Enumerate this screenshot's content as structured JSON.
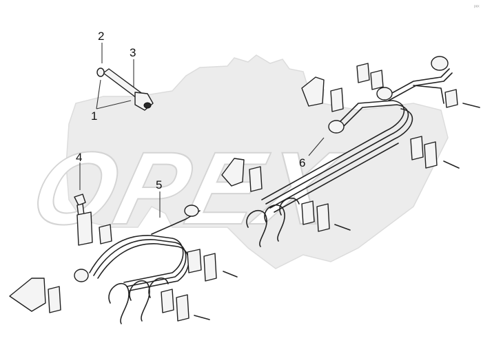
{
  "watermark": {
    "text": "OPEX"
  },
  "corner_mark": "ᵖᵉˣ",
  "callouts": [
    {
      "id": "c1",
      "label": "1"
    },
    {
      "id": "c2",
      "label": "2"
    },
    {
      "id": "c3",
      "label": "3"
    },
    {
      "id": "c4",
      "label": "4"
    },
    {
      "id": "c5",
      "label": "5"
    },
    {
      "id": "c6",
      "label": "6"
    }
  ],
  "colors": {
    "line": "#222222",
    "watermark": "#ececec",
    "background": "#ffffff"
  }
}
